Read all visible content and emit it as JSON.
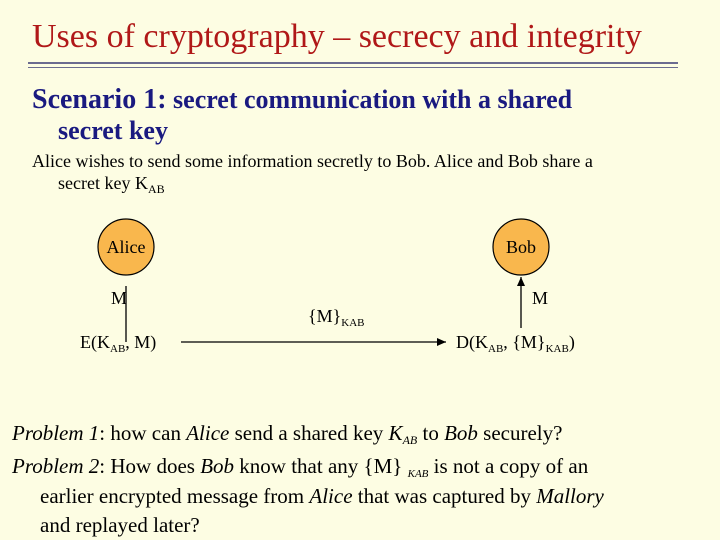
{
  "slide": {
    "title": "Uses of cryptography – secrecy and integrity",
    "scenario_prefix": "Scenario 1:",
    "scenario_line1": " secret communication with a shared",
    "scenario_line2": "secret key",
    "desc_line1": "Alice wishes to send some information secretly to Bob. Alice and Bob share a",
    "desc_line2": "secret key K",
    "desc_sub": "AB"
  },
  "diagram": {
    "alice": "Alice",
    "bob": "Bob",
    "alice_msg": "M",
    "bob_msg": "M",
    "enc_pre": "E(K",
    "enc_sub": "AB",
    "enc_post": ", M)",
    "wire_pre": "{M}",
    "wire_sub": "KAB",
    "dec_pre": "D(K",
    "dec_sub1": "AB",
    "dec_mid": ", {M}",
    "dec_sub2": "KAB",
    "dec_post": ")",
    "colors": {
      "node_fill": "#f9b74d",
      "node_stroke": "#000000"
    }
  },
  "problems": {
    "p1_label": "Problem 1",
    "p1_colon": ": how can ",
    "p1_alice": "Alice",
    "p1_mid": " send a shared key ",
    "p1_k": "K",
    "p1_ksub": "AB",
    "p1_to": " to ",
    "p1_bob": "Bob",
    "p1_end": " securely?",
    "p2_label": "Problem 2",
    "p2_colon": ": How does ",
    "p2_bob": "Bob",
    "p2_mid": " know that any {M} ",
    "p2_ksub": "KAB",
    "p2_end": " is not a copy of  an",
    "p2_line2a": "earlier encrypted message from ",
    "p2_alice": "Alice",
    "p2_line2b": " that was captured by ",
    "p2_mallory": "Mallory",
    "p2_line3": "and replayed later?"
  }
}
